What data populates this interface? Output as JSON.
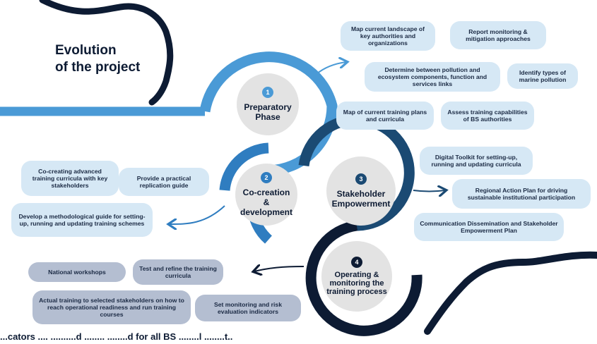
{
  "title": {
    "line1": "Evolution",
    "line2": "of the project"
  },
  "stages": [
    {
      "number": "1",
      "label": "Preparatory Phase",
      "color": "#4a9ad6"
    },
    {
      "number": "2",
      "label": "Co-creation & development",
      "color": "#2f7dc0"
    },
    {
      "number": "3",
      "label": "Stakeholder Empowerment",
      "color": "#1b4a73"
    },
    {
      "number": "4",
      "label": "Operating & monitoring the training process",
      "color": "#0d1b33"
    }
  ],
  "stage1_items": [
    "Map current landscape of key authorities and organizations",
    "Report monitoring & mitigation approaches",
    "Determine between pollution and ecosystem components, function and services links",
    "Identify types of marine pollution",
    "Map of current training plans and curricula",
    "Assess training capabilities of BS authorities"
  ],
  "stage2_items": [
    "Co-creating advanced training curricula with key stakeholders",
    "Provide a practical replication guide",
    "Develop a methodological guide for setting-up, running and updating training schemes"
  ],
  "stage3_items": [
    "Digital Toolkit for setting-up, running and updating curricula",
    "Regional Action Plan for driving sustainable institutional participation",
    "Communication Dissemination and Stakeholder Empowerment Plan"
  ],
  "stage4_items": [
    "National workshops",
    "Test and refine the training curricula",
    "Actual training to selected stakeholders on how to reach operational readiness and run training courses",
    "Set monitoring and risk evaluation indicators"
  ],
  "footer": "...cators .... ..........d ........ ........d for all BS ........l ........t..",
  "colors": {
    "light_bubble": "#d6e8f5",
    "grey_bubble": "#b4bed1",
    "stage_circle": "#e3e3e3",
    "dark": "#0d1b33"
  }
}
